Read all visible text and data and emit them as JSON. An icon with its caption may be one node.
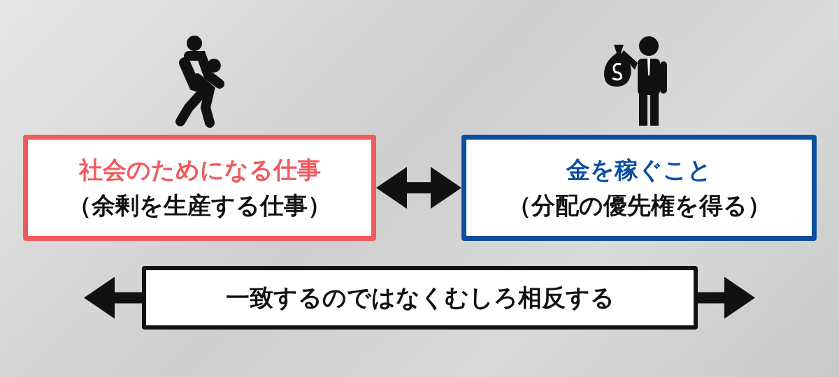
{
  "diagram": {
    "nodes": [
      {
        "text": [
          "社会のためになる仕事",
          "（余剰を生産する仕事）"
        ]
      },
      {
        "text": [
          "金を稼ぐこと",
          "（分配の優先権を得る）"
        ]
      },
      {
        "text": [
          "一致するのではなくむしろ相反する"
        ]
      }
    ],
    "edges": [
      {
        "from": 0,
        "to": 1,
        "arrow": "both"
      },
      {
        "from": 2,
        "to": null,
        "arrow": "to"
      },
      {
        "from": 2,
        "to": null,
        "arrow": "to"
      }
    ]
  }
}
